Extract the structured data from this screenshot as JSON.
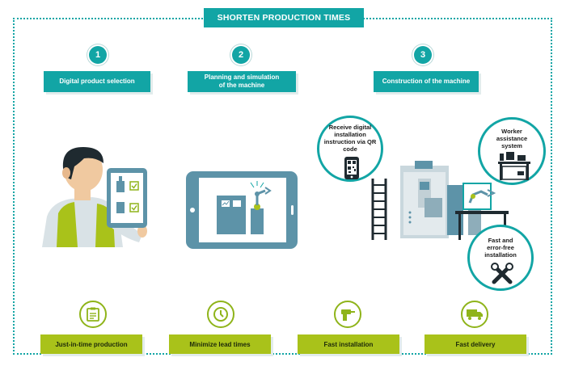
{
  "title": "SHORTEN PRODUCTION TIMES",
  "steps": [
    {
      "number": "1",
      "label": "Digital product selection"
    },
    {
      "number": "2",
      "label": "Planning and simulation of the machine"
    },
    {
      "number": "3",
      "label": "Construction of the machine"
    }
  ],
  "bubbles": {
    "qr": "Receive digital installation instruction via QR code",
    "worker": "Worker assistance system",
    "fast": "Fast and error-free installation"
  },
  "benefits": [
    {
      "label": "Just-in-time production",
      "icon": "clipboard-icon"
    },
    {
      "label": "Minimize lead times",
      "icon": "clock-icon"
    },
    {
      "label": "Fast installation",
      "icon": "drill-icon"
    },
    {
      "label": "Fast delivery",
      "icon": "truck-icon"
    }
  ],
  "colors": {
    "teal": "#12a5a5",
    "green": "#a9c21a",
    "steel": "#5d93a8",
    "dark": "#1f2a30"
  }
}
